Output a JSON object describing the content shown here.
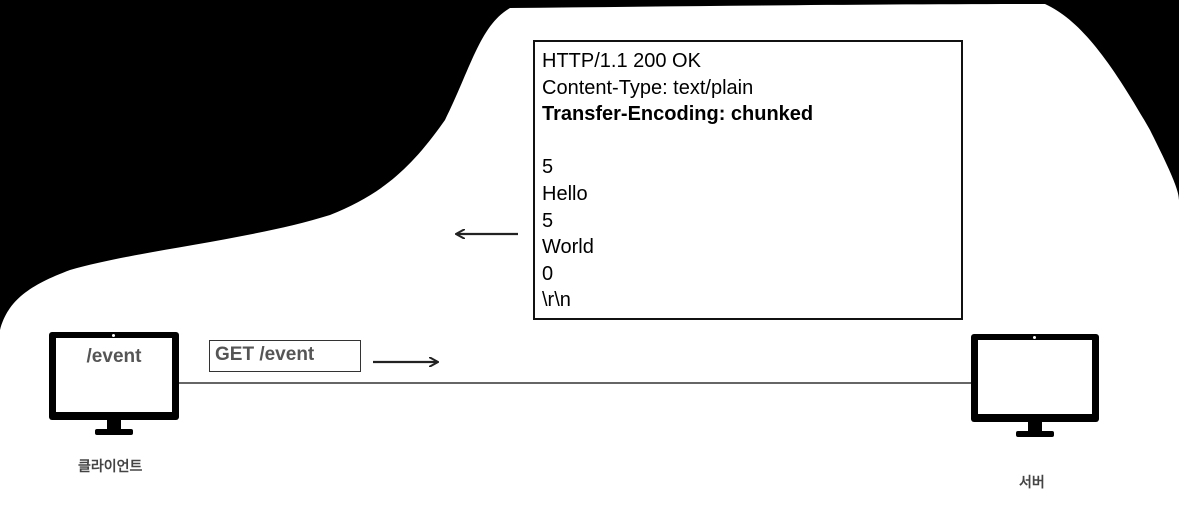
{
  "response": {
    "lines": [
      "HTTP/1.1 200 OK",
      "Content-Type: text/plain",
      "Transfer-Encoding: chunked",
      "",
      "5",
      "Hello",
      "5",
      "World",
      "0",
      "\\r\\n"
    ]
  },
  "request": {
    "label": "GET /event"
  },
  "client": {
    "screen_text": "/event",
    "caption": "클라이언트"
  },
  "server": {
    "caption": "서버"
  }
}
